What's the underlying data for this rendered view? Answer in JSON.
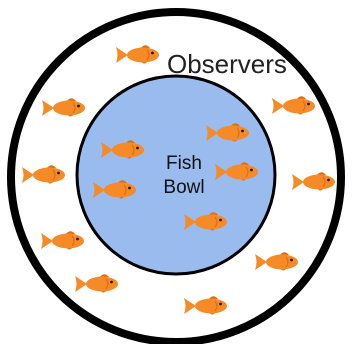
{
  "diagram": {
    "outer_ring_label": "Observers",
    "inner_circle_label_line1": "Fish",
    "inner_circle_label_line2": "Bowl"
  },
  "colors": {
    "background": "#ffffff",
    "outer_ring_stroke": "#000000",
    "bowl_fill": "#99bbee",
    "bowl_stroke": "#000000",
    "fish_body": "#f58a26",
    "fish_shade": "#e16f12",
    "fish_eye": "#1a1a1a"
  },
  "icons": {
    "fish": "goldfish-icon"
  }
}
